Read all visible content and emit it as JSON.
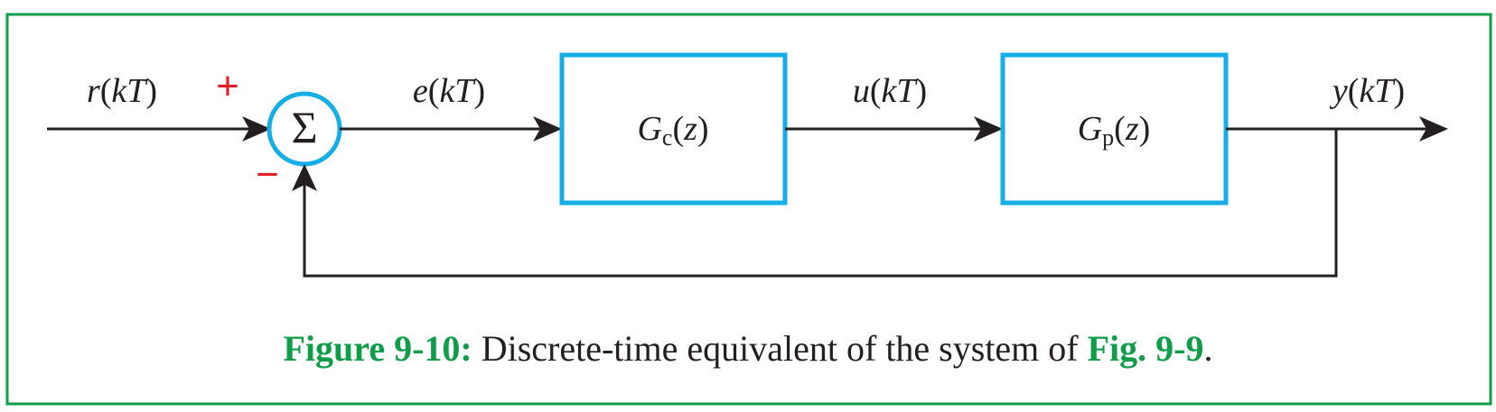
{
  "colors": {
    "frame": "#0f9d4a",
    "block": "#16aee6",
    "sign": "#e0202a",
    "wire": "#231f20",
    "caption_accent": "#0f9d4a"
  },
  "signals": {
    "input": {
      "sym": "r",
      "arg": "kT"
    },
    "error": {
      "sym": "e",
      "arg": "kT"
    },
    "control": {
      "sym": "u",
      "arg": "kT"
    },
    "output": {
      "sym": "y",
      "arg": "kT"
    }
  },
  "summing": {
    "symbol": "Σ",
    "plus": "+",
    "minus": "−"
  },
  "blocks": {
    "controller": {
      "main": "G",
      "sub": "c",
      "arg": "z"
    },
    "plant": {
      "main": "G",
      "sub": "p",
      "arg": "z"
    }
  },
  "caption": {
    "label": "Figure 9-10:",
    "text": "Discrete-time equivalent of the system of",
    "ref": "Fig. 9-9",
    "end": "."
  }
}
